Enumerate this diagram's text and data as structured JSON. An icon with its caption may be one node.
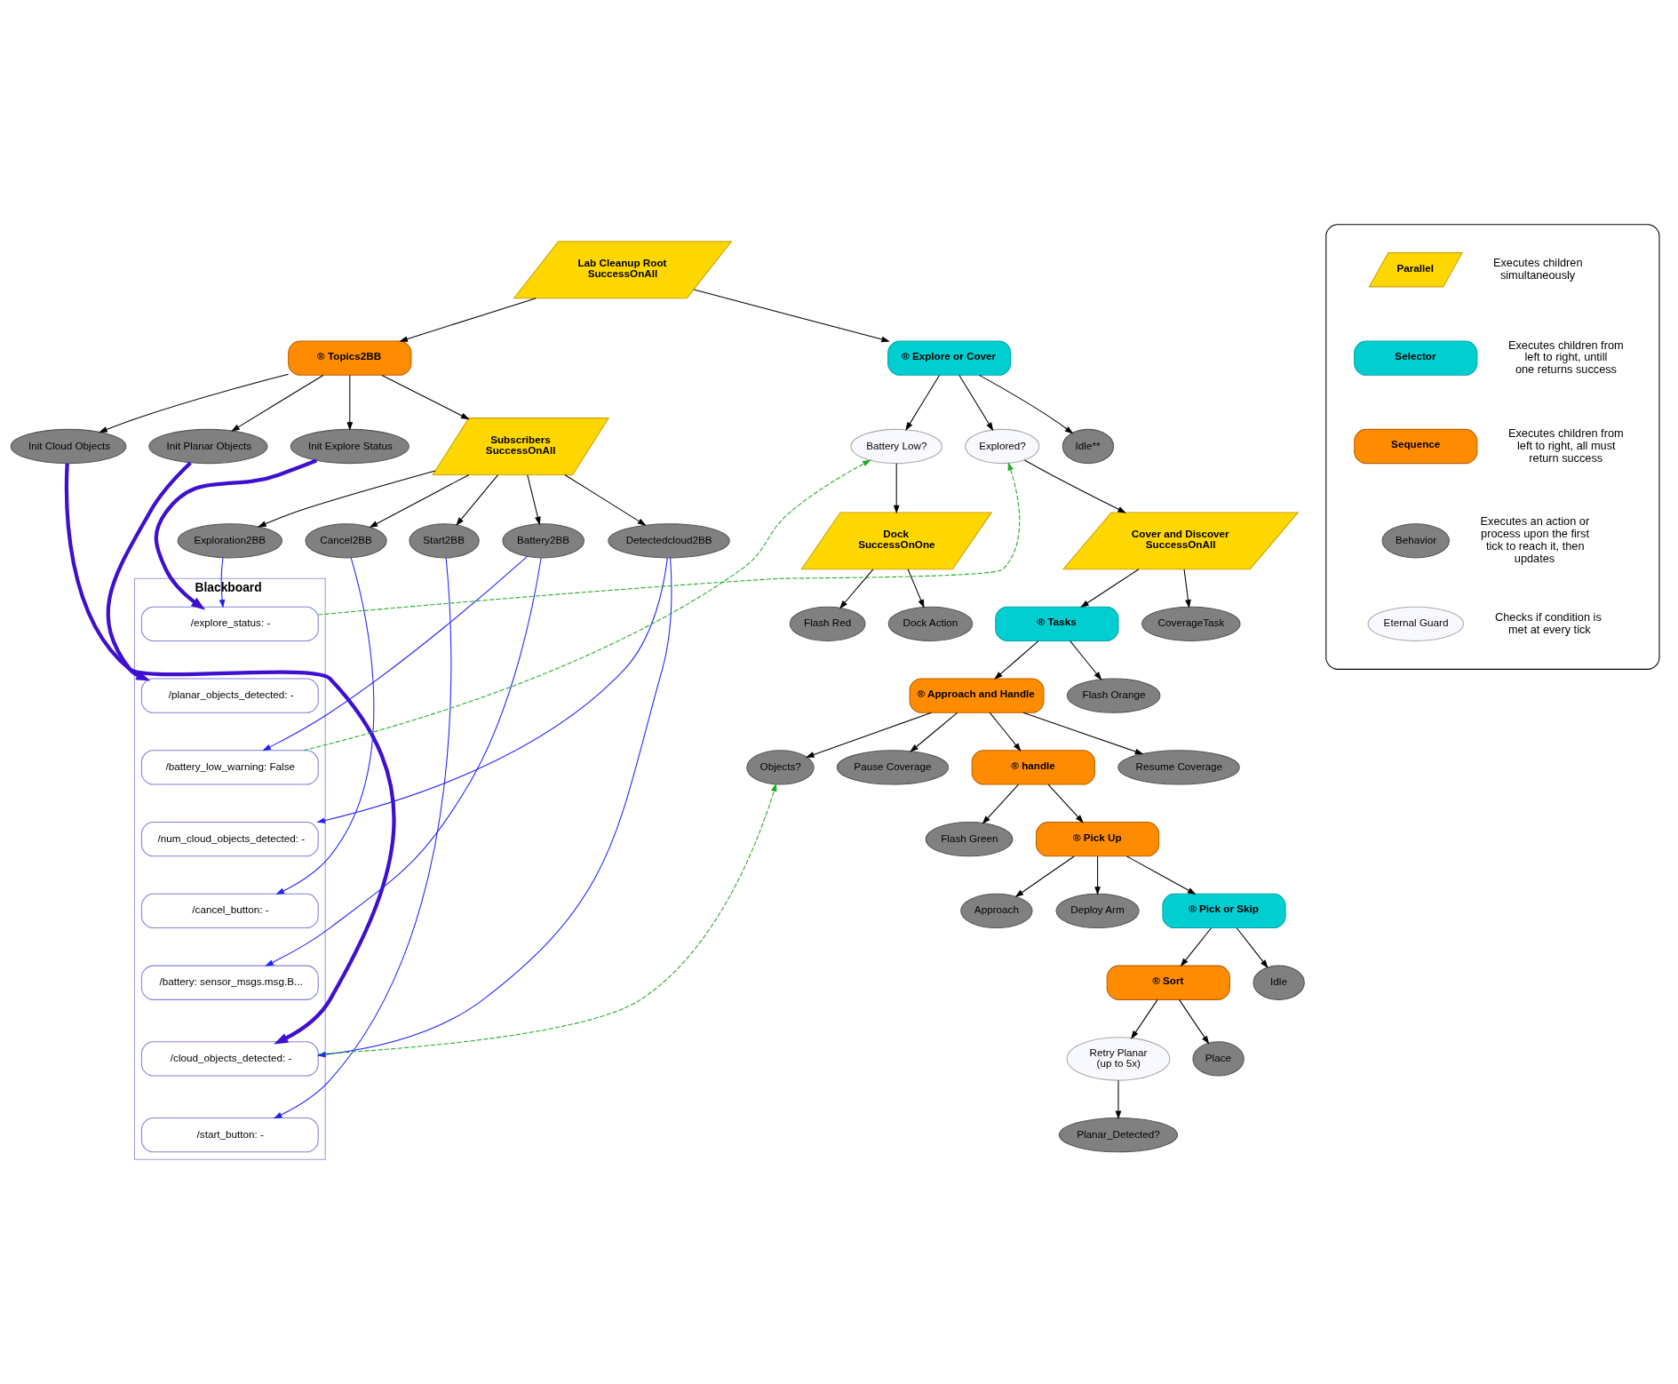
{
  "diagram": {
    "nodes": [
      {
        "text": [
          "Lab Cleanup Root SuccessOnAll"
        ]
      },
      {
        "text": [
          "® Topics2BB"
        ]
      },
      {
        "text": [
          "Init Cloud Objects"
        ]
      },
      {
        "text": [
          "Init Planar Objects"
        ]
      },
      {
        "text": [
          "Init Explore Status"
        ]
      },
      {
        "text": [
          "Subscribers SuccessOnAll"
        ]
      },
      {
        "text": [
          "Exploration2BB"
        ]
      },
      {
        "text": [
          "Cancel2BB"
        ]
      },
      {
        "text": [
          "Start2BB"
        ]
      },
      {
        "text": [
          "Battery2BB"
        ]
      },
      {
        "text": [
          "Detectedcloud2BB"
        ]
      },
      {
        "text": [
          "Blackboard"
        ]
      },
      {
        "text": [
          "/explore_status: -"
        ],
        "in": 11
      },
      {
        "text": [
          "/planar_objects_detected: -"
        ],
        "in": 11
      },
      {
        "text": [
          "/battery_low_warning: False"
        ],
        "in": 11
      },
      {
        "text": [
          "/num_cloud_objects_detected: -"
        ],
        "in": 11
      },
      {
        "text": [
          "/cancel_button: -"
        ],
        "in": 11
      },
      {
        "text": [
          "/battery: sensor_msgs.msg.B..."
        ],
        "in": 11
      },
      {
        "text": [
          "/cloud_objects_detected: -"
        ],
        "in": 11
      },
      {
        "text": [
          "/start_button: -"
        ],
        "in": 11
      },
      {
        "text": [
          "® Explore or Cover"
        ]
      },
      {
        "text": [
          "Battery Low?"
        ]
      },
      {
        "text": [
          "Dock SuccessOnOne"
        ]
      },
      {
        "text": [
          "Flash Red"
        ]
      },
      {
        "text": [
          "Dock Action"
        ]
      },
      {
        "text": [
          "Explored?"
        ]
      },
      {
        "text": [
          "Idle**"
        ]
      },
      {
        "text": [
          "Cover and Discover SuccessOnAll"
        ]
      },
      {
        "text": [
          "® Tasks"
        ]
      },
      {
        "text": [
          "CoverageTask"
        ]
      },
      {
        "text": [
          "® Approach and Handle"
        ]
      },
      {
        "text": [
          "Flash Orange"
        ]
      },
      {
        "text": [
          "Objects?"
        ]
      },
      {
        "text": [
          "Pause Coverage"
        ]
      },
      {
        "text": [
          "® handle"
        ]
      },
      {
        "text": [
          "Resume Coverage"
        ]
      },
      {
        "text": [
          "Flash Green"
        ]
      },
      {
        "text": [
          "® Pick Up"
        ]
      },
      {
        "text": [
          "Approach"
        ]
      },
      {
        "text": [
          "Deploy Arm"
        ]
      },
      {
        "text": [
          "® Pick or Skip"
        ]
      },
      {
        "text": [
          "® Sort"
        ]
      },
      {
        "text": [
          "Idle"
        ]
      },
      {
        "text": [
          "Retry Planar (up to 5x)"
        ]
      },
      {
        "text": [
          "Place"
        ]
      },
      {
        "text": [
          "Planar_Detected?"
        ]
      },
      {
        "text": [],
        "shape": "box"
      },
      {
        "text": [
          "Parallel"
        ],
        "in": 46,
        "beside": [
          "Executes children simultaneously"
        ]
      },
      {
        "text": [
          "Selector"
        ],
        "in": 46,
        "beside": [
          "Executes children from left to right, untill one returns success"
        ]
      },
      {
        "text": [
          "Sequence"
        ],
        "in": 46,
        "beside": [
          "Executes children from left to right, all must return success"
        ]
      },
      {
        "text": [
          "Behavior"
        ],
        "in": 46,
        "beside": [
          "Executes an action or process upon the first tick to reach it, then updates"
        ]
      },
      {
        "text": [
          "Eternal Guard"
        ],
        "in": 46,
        "beside": [
          "Checks if condition is met at every tick"
        ]
      }
    ],
    "edges": [
      {
        "from": 0,
        "to": 1,
        "arrow": "to"
      },
      {
        "from": 0,
        "to": 20,
        "arrow": "to"
      },
      {
        "from": 1,
        "to": 2,
        "arrow": "to"
      },
      {
        "from": 1,
        "to": 3,
        "arrow": "to"
      },
      {
        "from": 1,
        "to": 4,
        "arrow": "to"
      },
      {
        "from": 1,
        "to": 5,
        "arrow": "to"
      },
      {
        "from": 5,
        "to": 6,
        "arrow": "to"
      },
      {
        "from": 5,
        "to": 7,
        "arrow": "to"
      },
      {
        "from": 5,
        "to": 8,
        "arrow": "to"
      },
      {
        "from": 5,
        "to": 9,
        "arrow": "to"
      },
      {
        "from": 5,
        "to": 10,
        "arrow": "to"
      },
      {
        "from": 2,
        "to": 18,
        "arrow": "to",
        "style": "thick",
        "color": "#3f0fd0"
      },
      {
        "from": 3,
        "to": 13,
        "arrow": "to",
        "style": "thick",
        "color": "#3f0fd0"
      },
      {
        "from": 4,
        "to": 12,
        "arrow": "to",
        "style": "thick",
        "color": "#3f0fd0"
      },
      {
        "from": 6,
        "to": 12,
        "arrow": "to",
        "color": "#2020ff"
      },
      {
        "from": 7,
        "to": 16,
        "arrow": "to",
        "color": "#2020ff"
      },
      {
        "from": 8,
        "to": 19,
        "arrow": "to",
        "color": "#2020ff"
      },
      {
        "from": 9,
        "to": 14,
        "arrow": "to",
        "color": "#2020ff"
      },
      {
        "from": 9,
        "to": 17,
        "arrow": "to",
        "color": "#2020ff"
      },
      {
        "from": 10,
        "to": 15,
        "arrow": "to",
        "color": "#2020ff"
      },
      {
        "from": 10,
        "to": 18,
        "arrow": "to",
        "color": "#2020ff"
      },
      {
        "from": 12,
        "to": 25,
        "arrow": "to",
        "style": "dashed",
        "color": "#22aa22"
      },
      {
        "from": 14,
        "to": 21,
        "arrow": "to",
        "style": "dashed",
        "color": "#22aa22"
      },
      {
        "from": 18,
        "to": 32,
        "arrow": "to",
        "style": "dashed",
        "color": "#22aa22"
      },
      {
        "from": 20,
        "to": 21,
        "arrow": "to"
      },
      {
        "from": 20,
        "to": 25,
        "arrow": "to"
      },
      {
        "from": 20,
        "to": 26,
        "arrow": "to"
      },
      {
        "from": 21,
        "to": 22,
        "arrow": "to"
      },
      {
        "from": 22,
        "to": 23,
        "arrow": "to"
      },
      {
        "from": 22,
        "to": 24,
        "arrow": "to"
      },
      {
        "from": 25,
        "to": 27,
        "arrow": "to"
      },
      {
        "from": 27,
        "to": 28,
        "arrow": "to"
      },
      {
        "from": 27,
        "to": 29,
        "arrow": "to"
      },
      {
        "from": 28,
        "to": 30,
        "arrow": "to"
      },
      {
        "from": 28,
        "to": 31,
        "arrow": "to"
      },
      {
        "from": 30,
        "to": 32,
        "arrow": "to"
      },
      {
        "from": 30,
        "to": 33,
        "arrow": "to"
      },
      {
        "from": 30,
        "to": 34,
        "arrow": "to"
      },
      {
        "from": 30,
        "to": 35,
        "arrow": "to"
      },
      {
        "from": 34,
        "to": 36,
        "arrow": "to"
      },
      {
        "from": 34,
        "to": 37,
        "arrow": "to"
      },
      {
        "from": 37,
        "to": 38,
        "arrow": "to"
      },
      {
        "from": 37,
        "to": 39,
        "arrow": "to"
      },
      {
        "from": 37,
        "to": 40,
        "arrow": "to"
      },
      {
        "from": 40,
        "to": 41,
        "arrow": "to"
      },
      {
        "from": 40,
        "to": 42,
        "arrow": "to"
      },
      {
        "from": 41,
        "to": 43,
        "arrow": "to"
      },
      {
        "from": 41,
        "to": 44,
        "arrow": "to"
      },
      {
        "from": 43,
        "to": 45,
        "arrow": "to"
      }
    ]
  }
}
